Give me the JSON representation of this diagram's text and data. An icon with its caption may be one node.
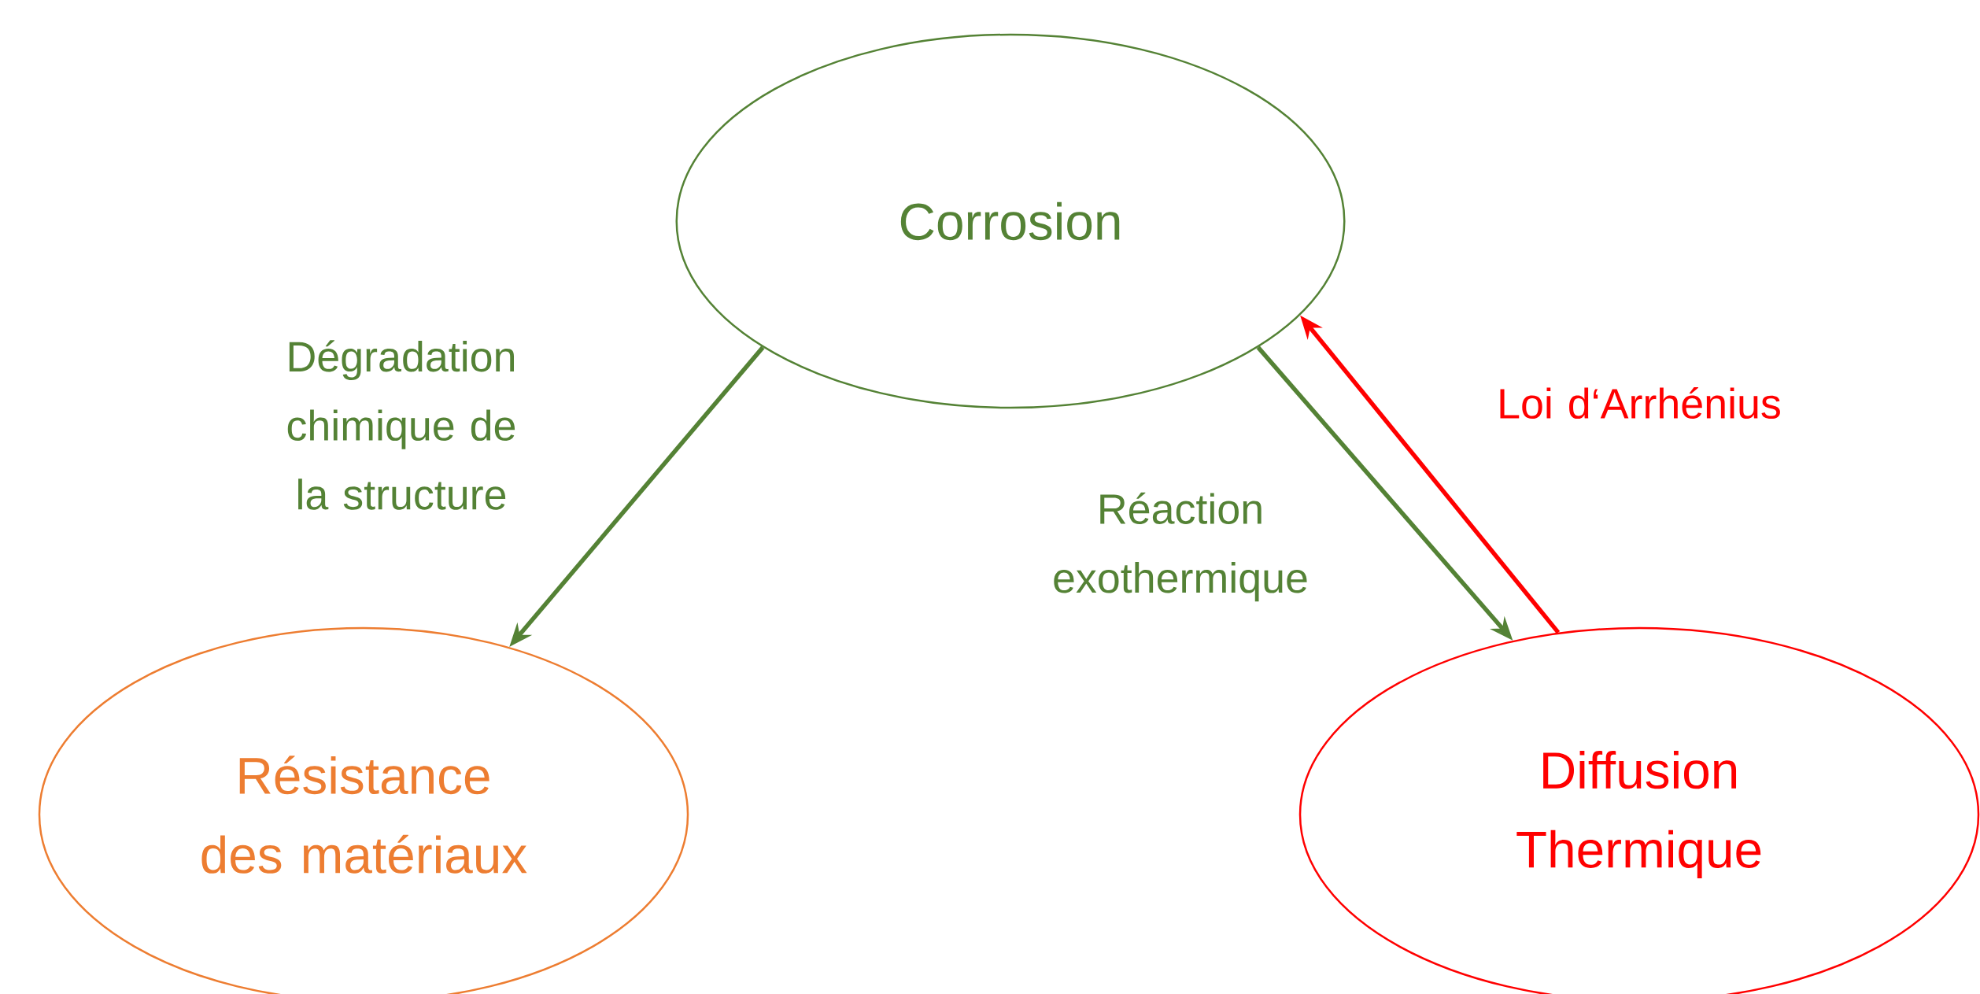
{
  "diagram": {
    "nodes": [
      {
        "text": [
          "Corrosion"
        ]
      },
      {
        "text": [
          "Résistance des matériaux"
        ]
      },
      {
        "text": [
          "Diffusion Thermique"
        ]
      }
    ],
    "edges": [
      {
        "from": 0,
        "to": 1,
        "arrow": "to",
        "label": "Dégradation chimique de la structure"
      },
      {
        "from": 0,
        "to": 2,
        "arrow": "to",
        "label": "Réaction exothermique"
      },
      {
        "from": 2,
        "to": 0,
        "arrow": "to",
        "label": "Loi d‘Arrhénius",
        "color": "#ff0000"
      }
    ]
  }
}
